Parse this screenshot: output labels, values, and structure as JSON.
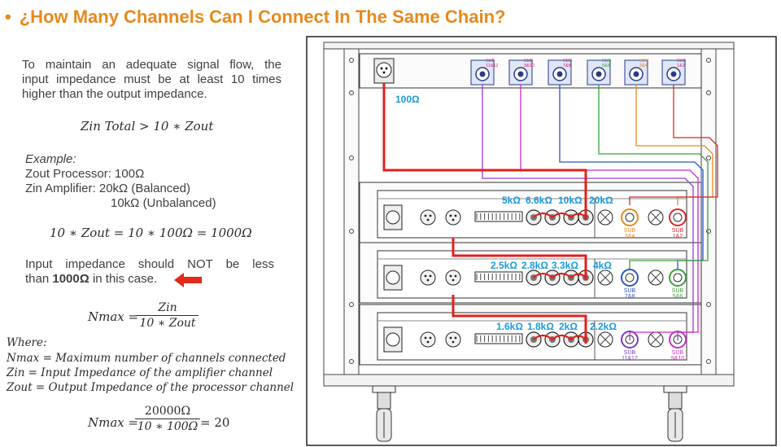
{
  "title": "¿How Many Channels Can I Connect In The Same Chain?",
  "intro_lines": [
    "To maintain an adequate signal flow, the",
    "input impedance must be at least 10 times",
    "higher than the output impedance."
  ],
  "formula_main": "Zin Total > 10 ∗ Zout",
  "example": {
    "heading": "Example:",
    "processor": "Zout Processor: 100Ω",
    "amp_balanced": "Zin Amplifier: 20kΩ (Balanced)",
    "amp_unbalanced": "10kΩ (Unbalanced)"
  },
  "formula_calc": "10 ∗ Zout = 10 ∗ 100Ω = 1000Ω",
  "note": {
    "line1": "Input impedance should NOT be less",
    "line2_pre": "than",
    "line2_bold": "1000Ω",
    "line2_post": "in this case."
  },
  "nmax": {
    "lhs": "Nmax =",
    "num": "Zin",
    "den": "10 ∗ Zout"
  },
  "where": {
    "heading": "Where:",
    "defs": [
      "Nmax = Maximum number of channels connected",
      "Zin = Input Impedance of the amplifier channel",
      "Zout = Output Impedance of the processor channel"
    ]
  },
  "nmax_example": {
    "lhs": "Nmax =",
    "num": "20000Ω",
    "den": "10 ∗ 100Ω",
    "result": "= 20"
  },
  "diagram": {
    "processor_label": "100Ω",
    "amp1_impedances": [
      "5kΩ",
      "6.6kΩ",
      "10kΩ",
      "20kΩ"
    ],
    "amp2_impedances": [
      "2.5kΩ",
      "2.8kΩ",
      "3.3kΩ",
      "4kΩ"
    ],
    "amp3_impedances": [
      "1.6kΩ",
      "1.8kΩ",
      "2kΩ",
      "2.2kΩ"
    ],
    "panel_sub_labels": [
      {
        "top": "SUB",
        "bottom": "11&12",
        "color": "#cc2a6a"
      },
      {
        "top": "SUB",
        "bottom": "9&10",
        "color": "#cc2a6a"
      },
      {
        "top": "SUB",
        "bottom": "7&8",
        "color": "#cc2a6a"
      },
      {
        "top": "SUB",
        "bottom": "5&6",
        "color": "#3aa03a"
      },
      {
        "top": "SUB",
        "bottom": "3&4",
        "color": "#e8891c"
      },
      {
        "top": "SUB",
        "bottom": "1&2",
        "color": "#cc2a6a"
      }
    ],
    "amp_sub_labels": [
      {
        "line1": "SUB",
        "line2": "3&4",
        "color": "#e8891c"
      },
      {
        "line1": "SUB",
        "line2": "1&2",
        "color": "#d32a2a"
      },
      {
        "line1": "SUB",
        "line2": "7&8",
        "color": "#2a55c8"
      },
      {
        "line1": "SUB",
        "line2": "5&6",
        "color": "#3aa03a"
      },
      {
        "line1": "SUB",
        "line2": "11&12",
        "color": "#7a3ac8"
      },
      {
        "line1": "SUB",
        "line2": "9&10",
        "color": "#cc2acc"
      }
    ],
    "colors": {
      "signal": "#e0201c",
      "impedance_text": "#1a9ae0",
      "purple": "#9a3ad8",
      "magenta": "#cc2acc",
      "blue": "#2a55c8",
      "green": "#3aa03a",
      "orange": "#e8891c",
      "red": "#d32a2a"
    }
  }
}
